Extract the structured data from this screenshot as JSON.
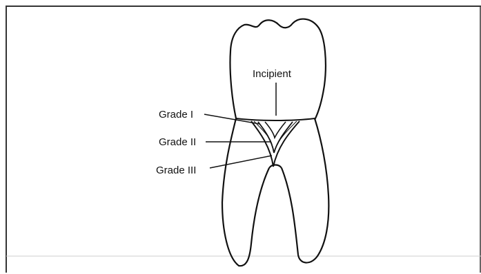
{
  "diagram": {
    "labels": {
      "incipient": "Incipient",
      "grade_1": "Grade I",
      "grade_2": "Grade II",
      "grade_3": "Grade III"
    },
    "colors": {
      "line": "#111111",
      "background": "#ffffff",
      "frame": "#333333"
    }
  }
}
